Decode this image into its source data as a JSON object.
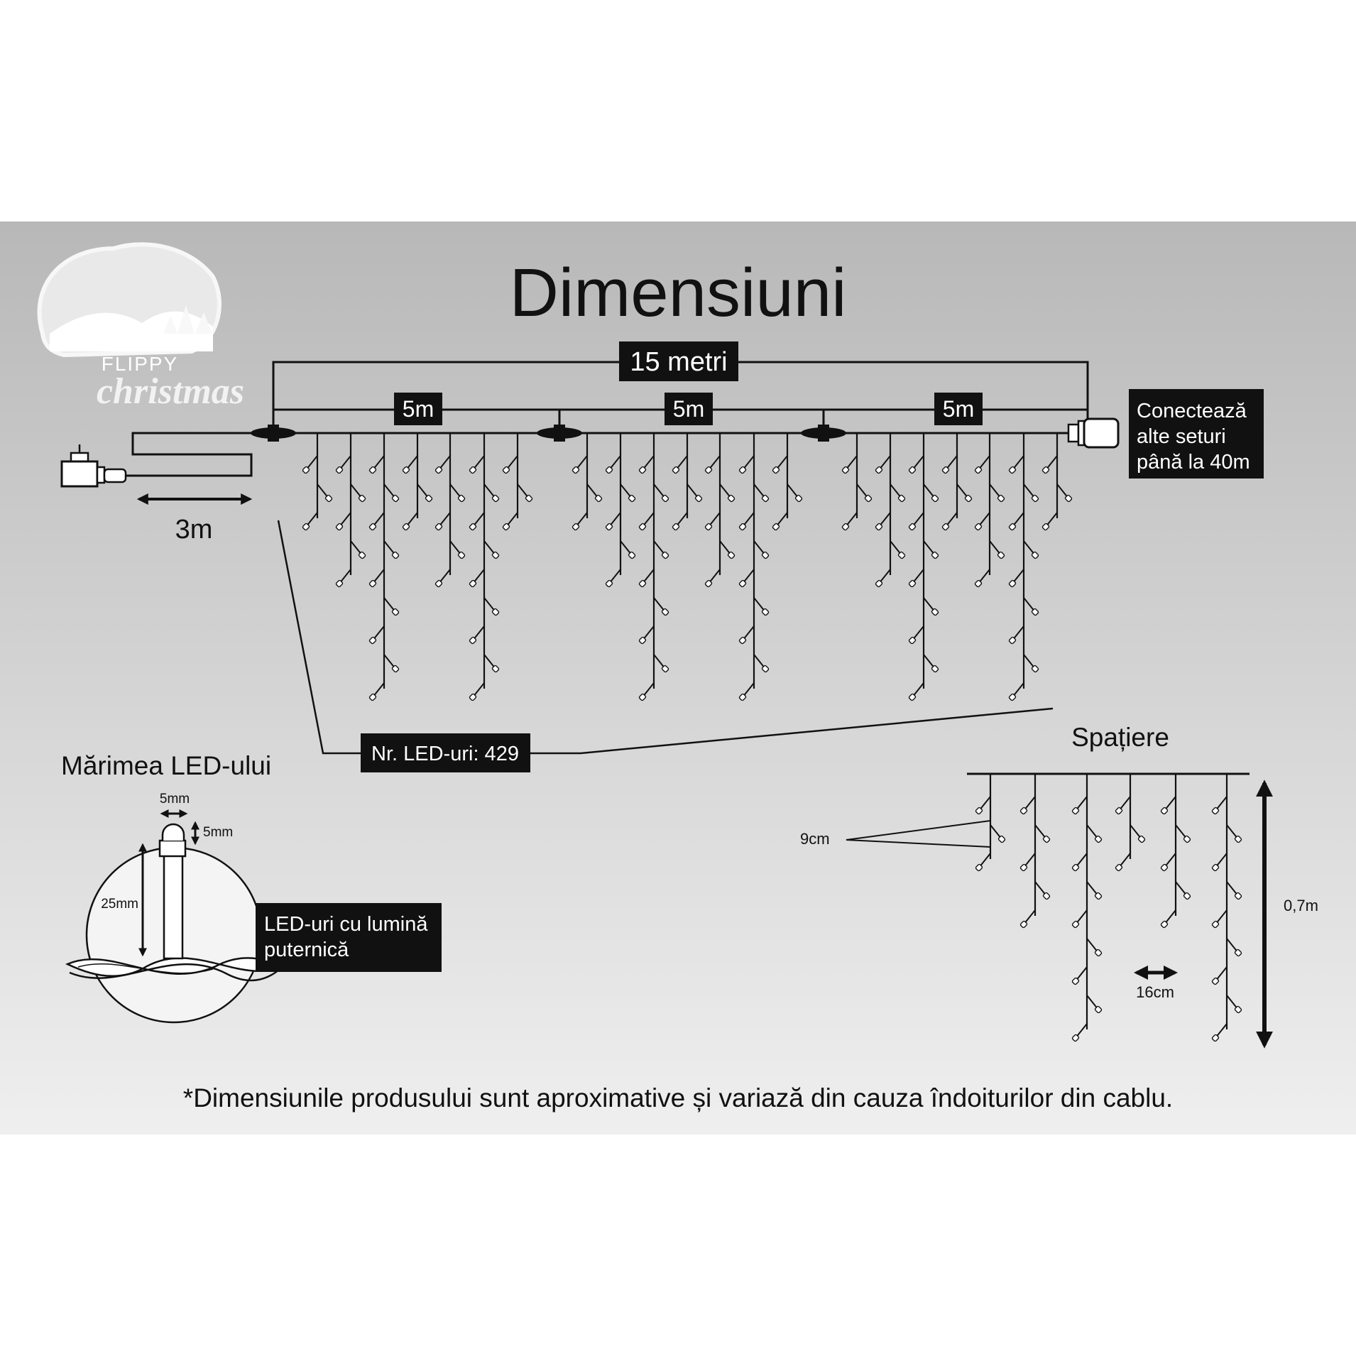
{
  "title": "Dimensiuni",
  "logo": {
    "line1": "FLIPPY",
    "line2": "christmas"
  },
  "total_length_label": "15 metri",
  "segment_labels": [
    "5m",
    "5m",
    "5m"
  ],
  "lead_cable_label": "3m",
  "connect_note": [
    "Conectează",
    "alte seturi",
    "până la 40m"
  ],
  "led_count_label": "Nr. LED-uri: 429",
  "led_size": {
    "title": "Mărimea LED-ului",
    "width_label": "5mm",
    "height_label": "5mm",
    "length_label": "25mm",
    "note": [
      "LED-uri cu lumină",
      "puternică"
    ]
  },
  "spacing": {
    "title": "Spațiere",
    "vertical_label": "9cm",
    "horizontal_label": "16cm",
    "height_label": "0,7m"
  },
  "footnote": "*Dimensiunile produsului sunt aproximative și variază din cauza îndoiturilor din cablu."
}
